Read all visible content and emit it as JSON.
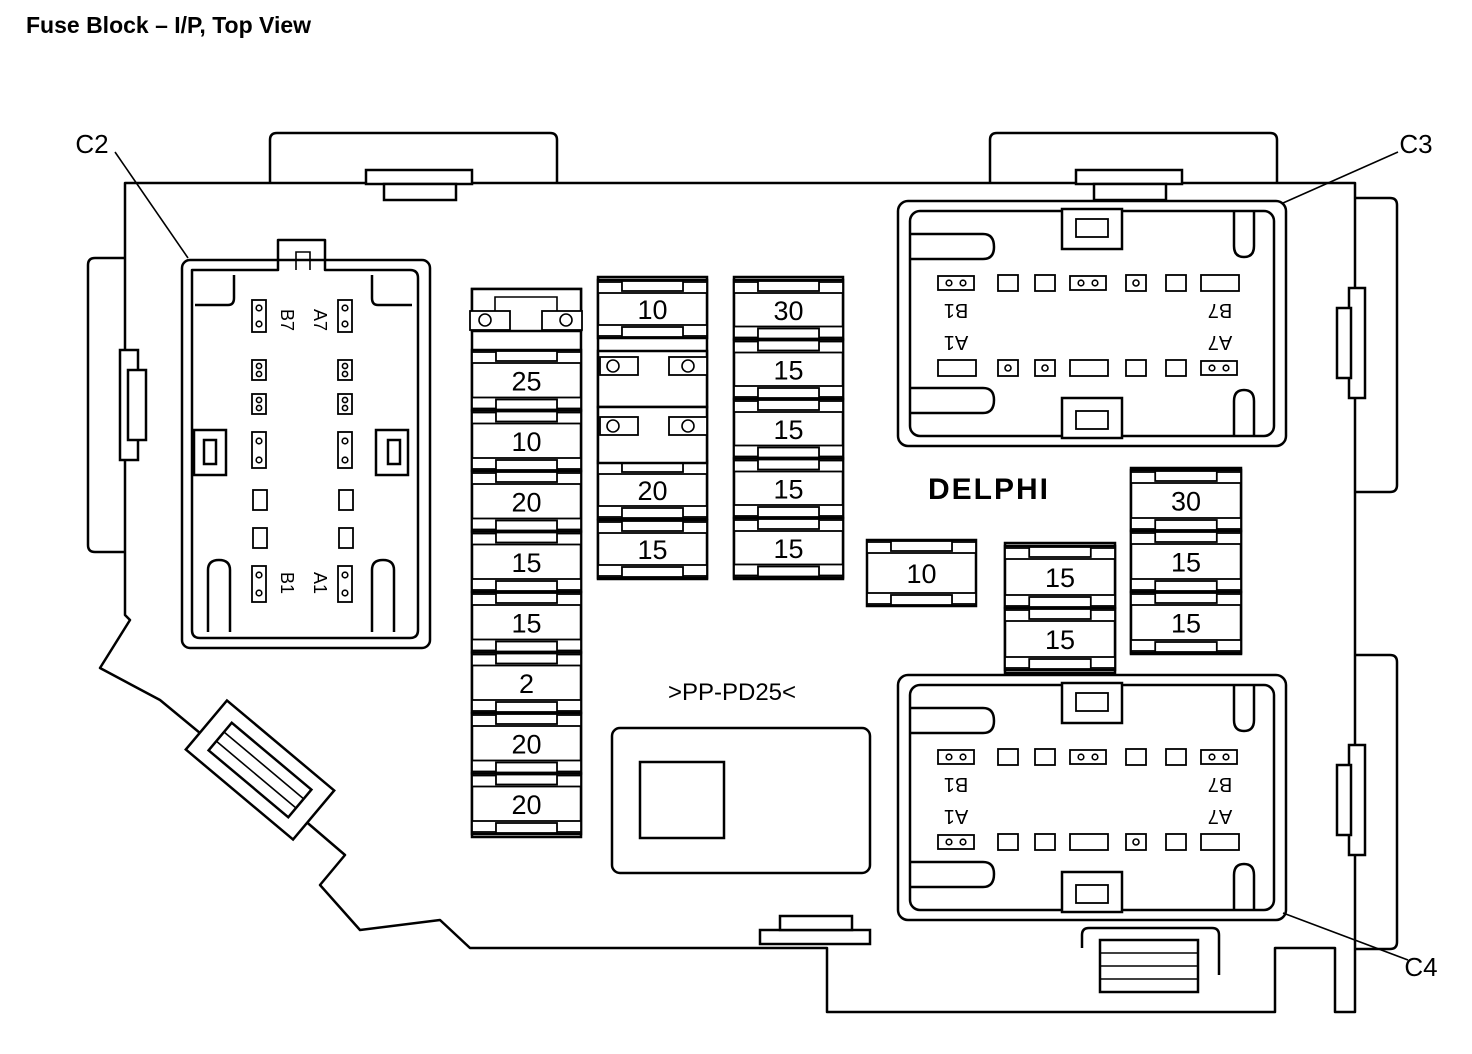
{
  "title": "Fuse Block – I/P, Top View",
  "brand": "DELPHI",
  "marking": ">PP-PD25<",
  "connectors": {
    "c2": {
      "name": "C2",
      "pins": {
        "b7": "B7",
        "a7": "A7",
        "b1": "B1",
        "a1": "A1"
      }
    },
    "c3": {
      "name": "C3",
      "pins": {
        "b1": "B1",
        "b7": "B7",
        "a1": "A1",
        "a7": "A7"
      }
    },
    "c4": {
      "name": "C4",
      "pins": {
        "b1": "B1",
        "b7": "B7",
        "a1": "A1",
        "a7": "A7"
      }
    }
  },
  "fuse_columns": [
    {
      "id": "left-column",
      "ratings": [
        "25",
        "10",
        "20",
        "15",
        "15",
        "2",
        "20",
        "20"
      ]
    },
    {
      "id": "middle-column",
      "ratings": [
        "10",
        "20",
        "15"
      ]
    },
    {
      "id": "right-column",
      "ratings": [
        "30",
        "15",
        "15",
        "15",
        "15"
      ]
    },
    {
      "id": "single",
      "ratings": [
        "10"
      ]
    },
    {
      "id": "pair",
      "ratings": [
        "15",
        "15"
      ]
    },
    {
      "id": "triple",
      "ratings": [
        "30",
        "15",
        "15"
      ]
    }
  ]
}
